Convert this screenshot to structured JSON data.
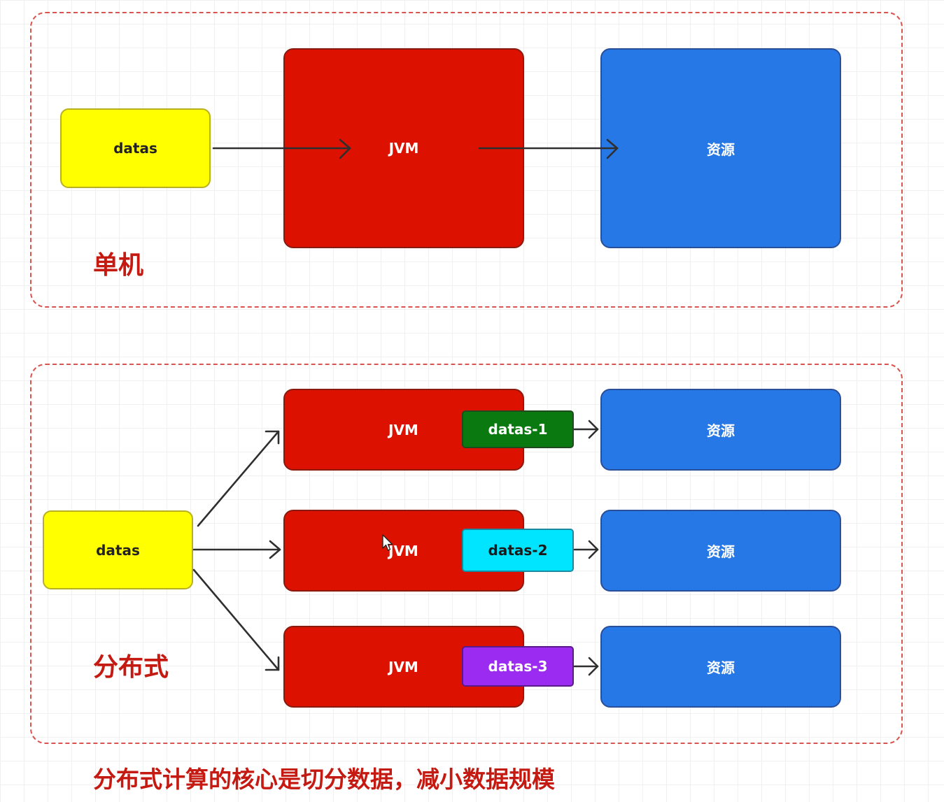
{
  "single": {
    "label": "单机",
    "datas": "datas",
    "jvm": "JVM",
    "resource": "资源"
  },
  "distributed": {
    "label": "分布式",
    "datas": "datas",
    "rows": [
      {
        "jvm": "JVM",
        "chunk": "datas-1",
        "chunk_color": "#0a7a10",
        "chunk_text_color": "#ffffff",
        "resource": "资源"
      },
      {
        "jvm": "JVM",
        "chunk": "datas-2",
        "chunk_color": "#00e5ff",
        "chunk_text_color": "#1a1a1a",
        "resource": "资源"
      },
      {
        "jvm": "JVM",
        "chunk": "datas-3",
        "chunk_color": "#9b2bf0",
        "chunk_text_color": "#ffffff",
        "resource": "资源"
      }
    ]
  },
  "caption": "分布式计算的核心是切分数据，减小数据规模",
  "colors": {
    "datas": "#ffff00",
    "jvm": "#dd1100",
    "resource": "#2678e6",
    "label": "#c41a12"
  }
}
